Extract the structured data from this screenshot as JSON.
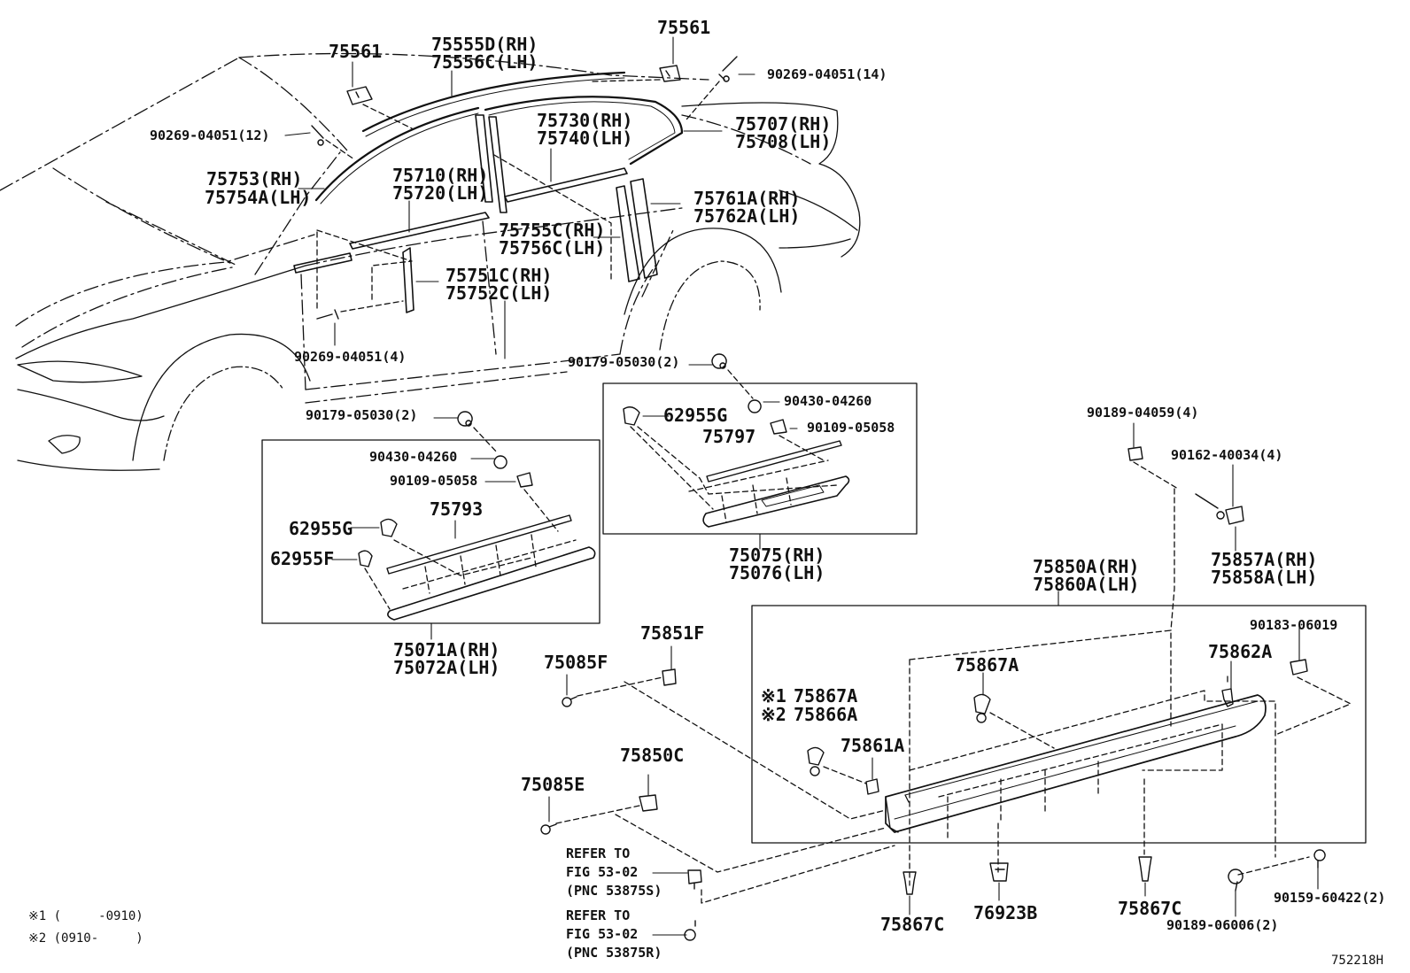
{
  "labels": {
    "p75561_left": "75561",
    "p75555d": "75555D(RH)",
    "p75556c": "75556C(LH)",
    "p75561_right": "75561",
    "p90269_14": "90269-04051(14)",
    "p90269_12": "90269-04051(12)",
    "p75730": "75730(RH)",
    "p75740": "75740(LH)",
    "p75707": "75707(RH)",
    "p75708": "75708(LH)",
    "p75753": "75753(RH)",
    "p75754a": "75754A(LH)",
    "p75710": "75710(RH)",
    "p75720": "75720(LH)",
    "p75761a": "75761A(RH)",
    "p75762a": "75762A(LH)",
    "p75755c": "75755C(RH)",
    "p75756c": "75756C(LH)",
    "p75751c": "75751C(RH)",
    "p75752c": "75752C(LH)",
    "p90269_4": "90269-04051(4)",
    "p90179_right": "90179-05030(2)",
    "p90430_right": "90430-04260",
    "p62955g_right": "62955G",
    "p90109_right": "90109-05058",
    "p75797": "75797",
    "p90179_left": "90179-05030(2)",
    "p90430_left": "90430-04260",
    "p90109_left": "90109-05058",
    "p75793": "75793",
    "p62955g_left": "62955G",
    "p62955f": "62955F",
    "p75075": "75075(RH)",
    "p75076": "75076(LH)",
    "p75071a": "75071A(RH)",
    "p75072a": "75072A(LH)",
    "p90189_04059": "90189-04059(4)",
    "p90162": "90162-40034(4)",
    "p75857a": "75857A(RH)",
    "p75858a": "75858A(LH)",
    "p75850a": "75850A(RH)",
    "p75860a": "75860A(LH)",
    "p90183": "90183-06019",
    "p75862a": "75862A",
    "p75867a_top": "75867A",
    "p75867a_note": "75867A",
    "p75866a": "75866A",
    "p75861a": "75861A",
    "p75851f": "75851F",
    "p75085f": "75085F",
    "p75850c": "75850C",
    "p75085e": "75085E",
    "p75867c_left": "75867C",
    "p76923b": "76923B",
    "p75867c_right": "75867C",
    "p90159": "90159-60422(2)",
    "p90189_06006": "90189-06006(2)"
  },
  "note_marks": {
    "mark1": "※1",
    "mark2": "※2"
  },
  "refs": {
    "refer_s_1": "REFER TO",
    "refer_s_2": "FIG 53-02",
    "refer_s_3": "(PNC 53875S)",
    "refer_r_1": "REFER TO",
    "refer_r_2": "FIG 53-02",
    "refer_r_3": "(PNC 53875R)"
  },
  "footnotes": {
    "note1": "※1 (     -0910)",
    "note2": "※2 (0910-     )"
  },
  "diagram_id": "752218H",
  "colors": {
    "line": "#111111",
    "background": "#ffffff"
  }
}
